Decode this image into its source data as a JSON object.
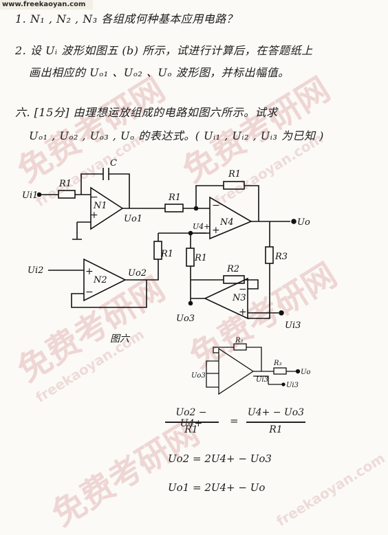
{
  "watermark": {
    "site_label": "www.freekaoyan.com",
    "brand": "免费考研网",
    "url": "freekaoyan.com"
  },
  "questions": {
    "q1": "1.  N₁ , N₂ , N₃ 各组成何种基本应用电路？",
    "q2_line1": "2. 设 Uᵢ 波形如图五 (b) 所示，试进行计算后，在答题纸上",
    "q2_line2": "画出相应的 Uₒ₁ 、Uₒ₂ 、Uₒ 波形图，并标出幅值。",
    "q6_line1": "六. [15分] 由理想运放组成的电路如图六所示。试求",
    "q6_line2": "Uₒ₁ , Uₒ₂ , Uₒ₃ , Uₒ 的表达式。( Uᵢ₁ , Uᵢ₂ , Uᵢ₃ 为已知 )"
  },
  "circuit": {
    "caption": "图六",
    "labels": {
      "ui1": "Ui1",
      "r1_in": "R1",
      "c": "C",
      "n1": "N1",
      "uo1": "Uo1",
      "r1_mid": "R1",
      "r1_fb": "R1",
      "n4": "N4",
      "u4p": "U4+",
      "uo": "Uo",
      "ui2": "Ui2",
      "n2": "N2",
      "uo2": "Uo2",
      "r1_v": "R1",
      "r1_v2": "R1",
      "r3": "R3",
      "r2": "R2",
      "n3": "N3",
      "uo3": "Uo3",
      "ui3": "Ui3"
    }
  },
  "sketch": {
    "labels": {
      "r2": "R₂",
      "r3": "R₃",
      "uo": "Uo",
      "uo3": "Uo3",
      "ui3_a": "Ui3",
      "ui3_b": "Ui3"
    }
  },
  "equations": {
    "frac1_num": "Uo2 − U4+",
    "frac1_den": "R1",
    "eq_sign": "=",
    "frac2_num": "U4+ − Uo3",
    "frac2_den": "R1",
    "eq2": "Uo2 = 2U4+ − Uo3",
    "eq3": "Uo1 = 2U4+ − Uo"
  }
}
